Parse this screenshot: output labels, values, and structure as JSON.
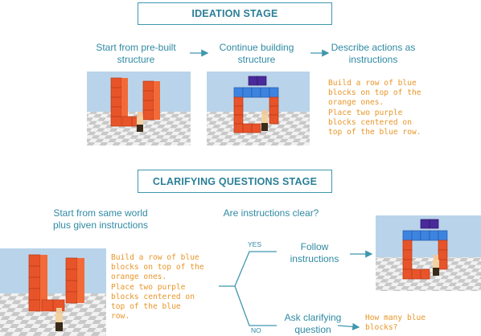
{
  "ideation": {
    "title": "IDEATION STAGE",
    "step1": "Start from pre-built\nstructure",
    "step2": "Continue building\nstructure",
    "step3": "Describe actions as\ninstructions",
    "instructions": "Build a row of blue\nblocks on top of the\norange ones.\nPlace two purple\nblocks centered on\ntop of the blue row."
  },
  "clarifying": {
    "title": "CLARIFYING QUESTIONS STAGE",
    "start": "Start from same world\nplus given instructions",
    "question": "Are instructions clear?",
    "instructions": "Build a row of blue\nblocks on top of the\norange ones.\nPlace two purple\nblocks centered on\ntop of the blue\nrow.",
    "yes_label": "YES",
    "no_label": "NO",
    "follow": "Follow\ninstructions",
    "ask": "Ask clarifying\nquestion",
    "example_question": "How many blue\nblocks?"
  },
  "colors": {
    "accent": "#2f8aa3",
    "instruction_text": "#e8962a",
    "orange_block": "#e8542a",
    "blue_block": "#3d84e0",
    "purple_block": "#4a2a9a",
    "sky": "#b9d4ea"
  }
}
